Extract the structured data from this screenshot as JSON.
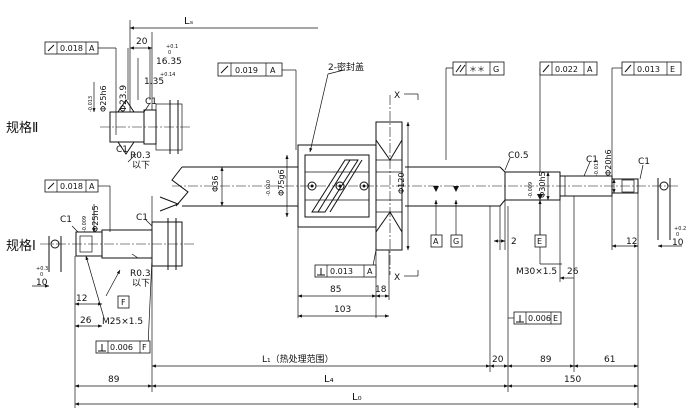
{
  "frames": [
    {
      "value": "0.018",
      "datum": "A"
    },
    {
      "value": "0.018",
      "datum": "A"
    },
    {
      "value": "0.019",
      "datum": "A"
    },
    {
      "value": "＊＊",
      "datum": "G"
    },
    {
      "value": "0.022",
      "datum": "A"
    },
    {
      "value": "0.013",
      "datum": "E"
    },
    {
      "value": "0.013",
      "datum": "A"
    },
    {
      "value": "0.006",
      "datum": "E"
    },
    {
      "value": "0.006",
      "datum": "F"
    }
  ],
  "datums": {
    "a": "A",
    "g": "G",
    "e": "E",
    "f": "F"
  },
  "labels": {
    "ls": "Lₛ",
    "d20_top": "20",
    "d16_35": "16.35",
    "tol_plus_0_1": "+0.1",
    "tol_zero": "0",
    "d1_35": "1.35",
    "tol_plus_0_14": "+0.14",
    "c1": "C1",
    "phi23_9": "Φ23.9",
    "phi25h6": "Φ25h6",
    "tol_phi25h6": "-0.013",
    "spec2": "规格Ⅱ",
    "spec1": "规格Ⅰ",
    "r0_3": "R0.3",
    "below": "以下",
    "phi25h5": "Φ25h5",
    "tol_phi25h5": "-0.009",
    "tol_plus_0_3": "+0.3",
    "d10": "10",
    "d12": "12",
    "d26": "26",
    "m25": "M25×1.5",
    "seal": "2-密封盖",
    "phi36": "Φ36",
    "phi75g6": "Φ75g6",
    "tol_phi75g6": "-0.010",
    "phi120": "Φ120",
    "section_x": "X",
    "d85": "85",
    "d18": "18",
    "d103": "103",
    "c0_5": "C0.5",
    "phi30h5": "Φ30h5",
    "tol_phi30h5": "-0.009",
    "phi20h6": "Φ20h6",
    "tol_phi20h6": "-0.013",
    "d2": "2",
    "m30": "M30×1.5",
    "tol_plus_0_2": "+0.2",
    "l1": "L₁（热处理范围）",
    "d20_bottom": "20",
    "d89": "89",
    "d61": "61",
    "l4": "L₄",
    "d150": "150",
    "lo": "L₀"
  }
}
